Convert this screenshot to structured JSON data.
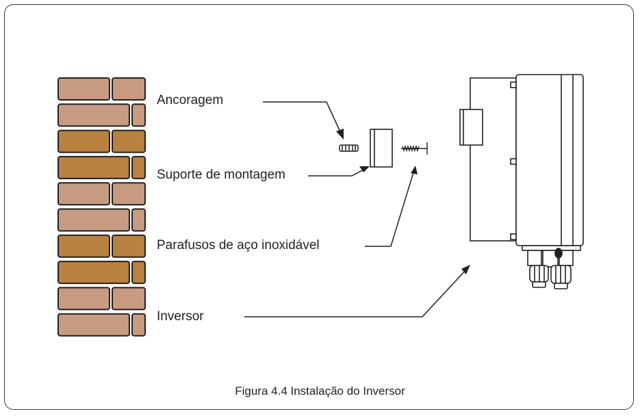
{
  "labels": {
    "anchor": "Ancoragem",
    "bracket": "Suporte de montagem",
    "screws": "Parafusos de aço inoxidável",
    "inverter": "Inversor"
  },
  "caption": "Figura 4.4 Instalação do Inversor",
  "colors": {
    "brick_light": "#c79b82",
    "brick_dark": "#b9813f",
    "outline": "#231f20"
  }
}
